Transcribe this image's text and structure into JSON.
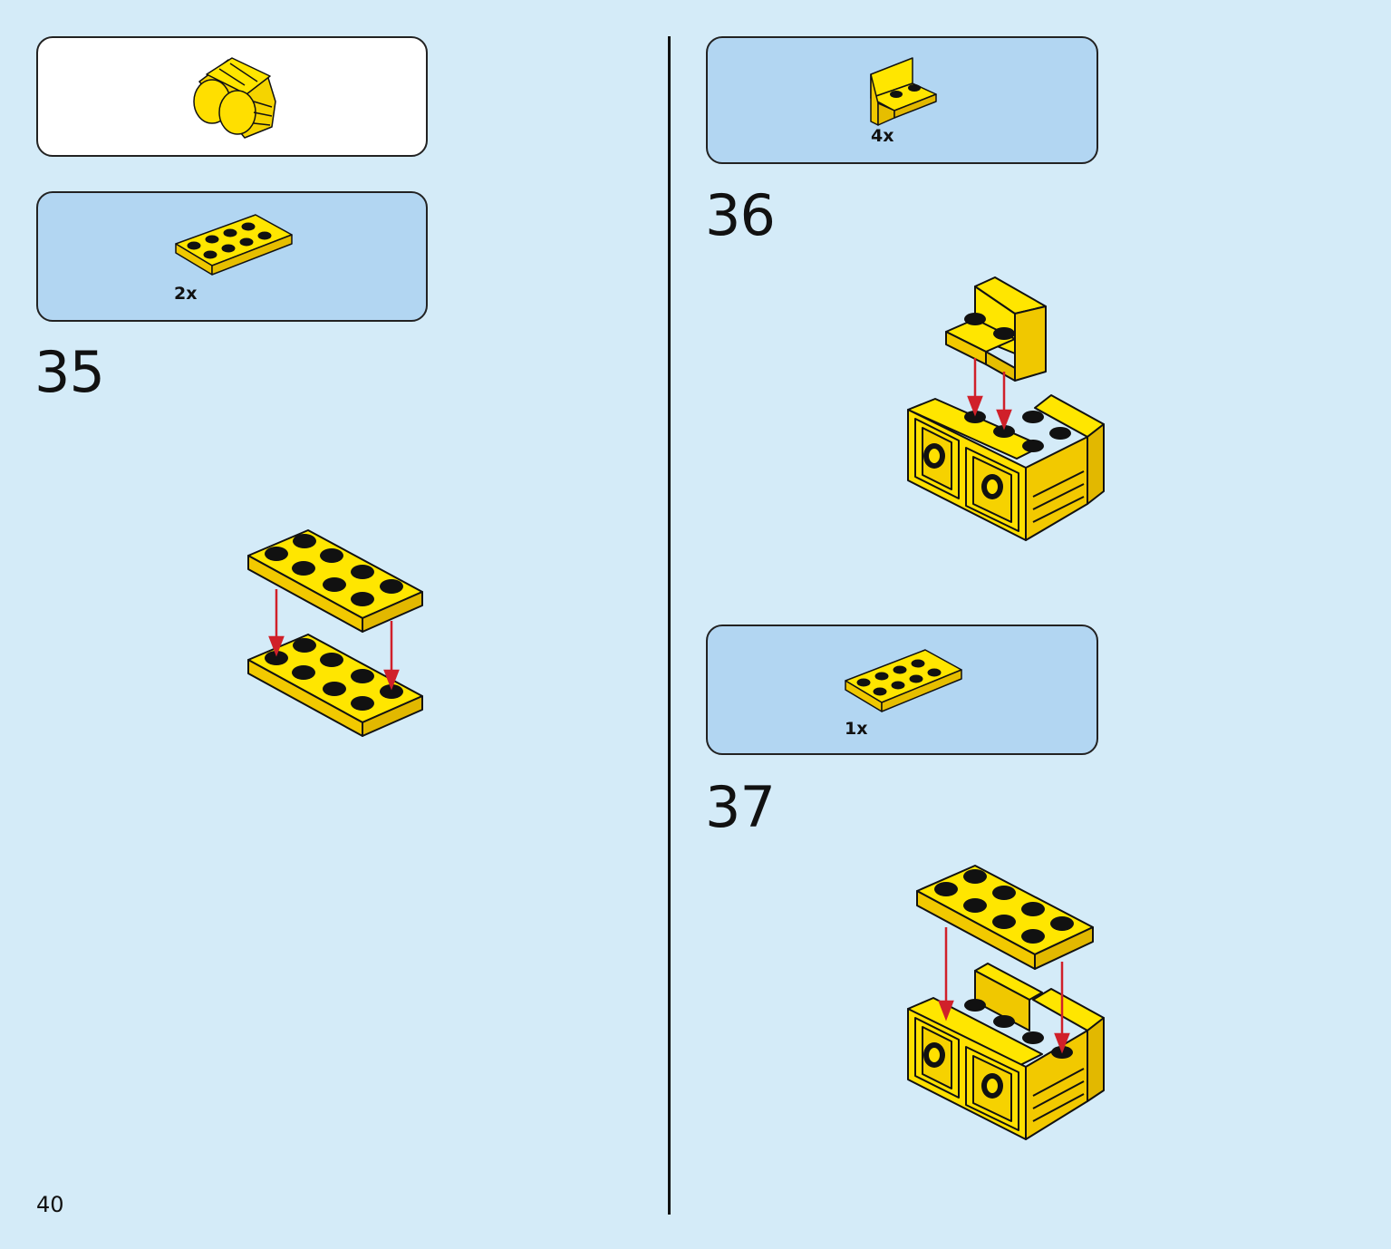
{
  "page": {
    "number": "40"
  },
  "colors": {
    "background": "#d4ebf8",
    "parts_box": "#b2d6f2",
    "brick": "#ffe000",
    "arrow": "#d0202a"
  },
  "left": {
    "submodel_box": {
      "icon": "yellow-double-wheel-submodel"
    },
    "parts_box": {
      "part_icon": "yellow-plate-2x4",
      "quantity": "2x"
    },
    "step": {
      "number": "35",
      "illustration": "stack-plate-2x4-on-plate-2x4"
    }
  },
  "right": {
    "parts_box_1": {
      "part_icon": "yellow-bracket-1x2-up",
      "quantity": "4x"
    },
    "step_1": {
      "number": "36",
      "illustration": "attach-bracket-to-assembly"
    },
    "parts_box_2": {
      "part_icon": "yellow-plate-2x4",
      "quantity": "1x"
    },
    "step_2": {
      "number": "37",
      "illustration": "attach-plate-to-assembly"
    }
  }
}
